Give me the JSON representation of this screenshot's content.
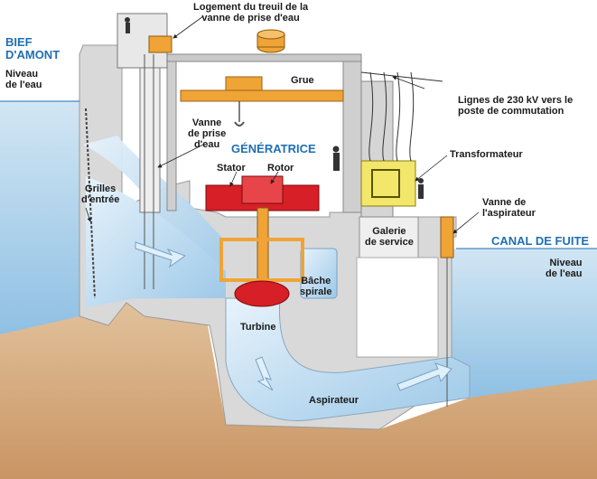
{
  "labels": {
    "bief_amont": "BIEF\nD'AMONT",
    "niveau_eau_left": "Niveau\nde l'eau",
    "logement": "Logement du treuil de la\nvanne de prise d'eau",
    "grue": "Grue",
    "lignes": "Lignes de 230 kV vers le\nposte de commutation",
    "vanne_prise": "Vanne\nde prise\nd'eau",
    "generatrice": "GÉNÉRATRICE",
    "transformateur": "Transformateur",
    "stator": "Stator",
    "rotor": "Rotor",
    "grilles": "Grilles\nd'entrée",
    "vanne_aspirateur": "Vanne de\nl'aspirateur",
    "galerie": "Galerie\nde service",
    "canal_fuite": "CANAL DE FUITE",
    "niveau_eau_right": "Niveau\nde l'eau",
    "bache": "Bâche\nspirale",
    "turbine": "Turbine",
    "aspirateur": "Aspirateur"
  },
  "colors": {
    "water": "#bcd9ee",
    "concrete": "#dcdcdc",
    "rock": "#d9b48a",
    "crane": "#f0a436",
    "generator": "#d61f26",
    "transformer": "#f2e66b",
    "accent_blue": "#1f6fb5"
  }
}
